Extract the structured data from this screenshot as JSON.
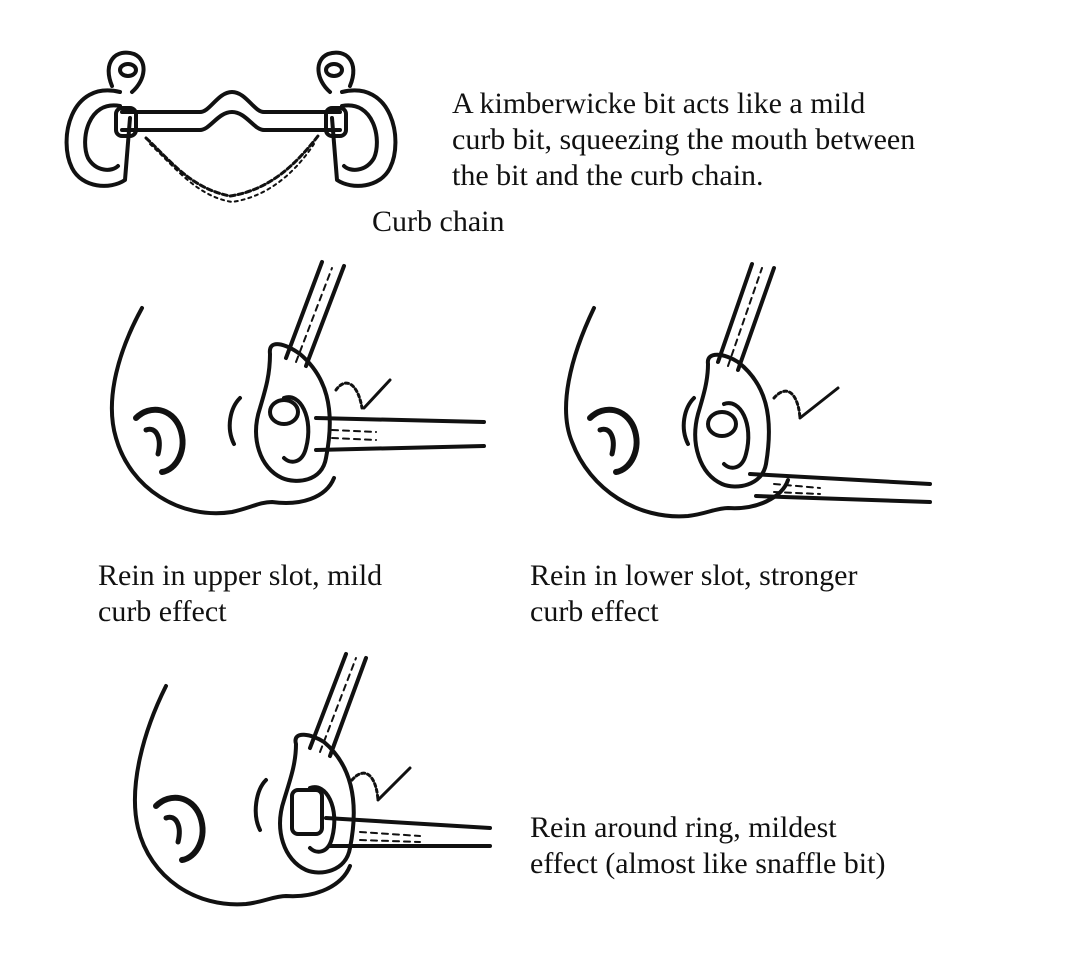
{
  "captions": {
    "intro": "A kimberwicke bit acts like a mild\ncurb bit, squeezing the mouth between\nthe bit and the curb chain.",
    "curb_chain": "Curb chain",
    "upper_slot": "Rein in upper slot, mild\ncurb effect",
    "lower_slot": "Rein in lower slot, stronger\ncurb effect",
    "around_ring": "Rein around ring, mildest\neffect (almost like snaffle bit)"
  },
  "colors": {
    "ink": "#111111",
    "paper": "#ffffff"
  }
}
